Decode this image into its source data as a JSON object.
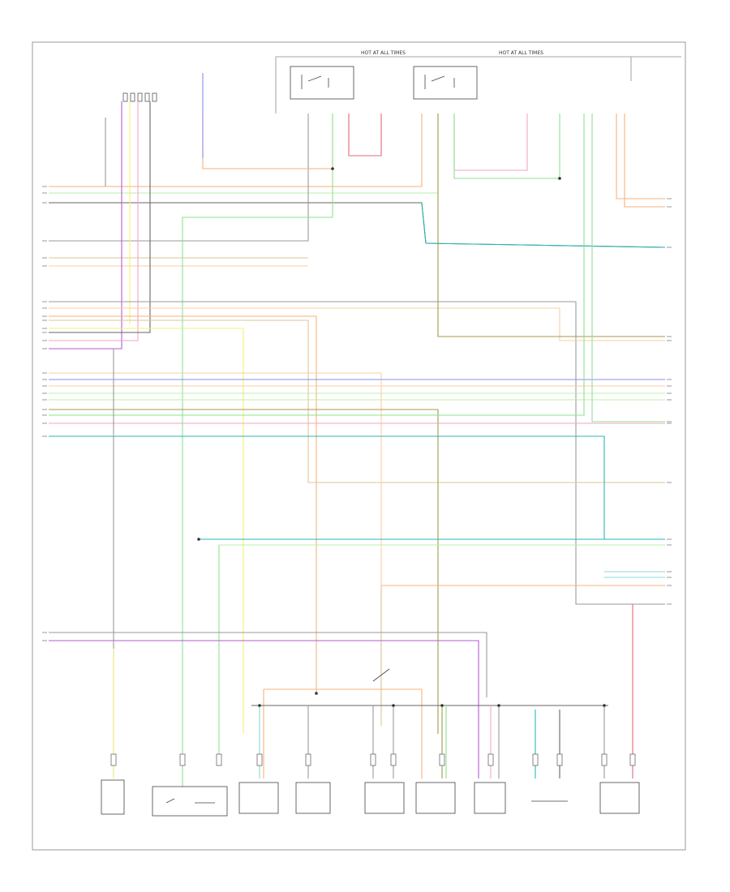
{
  "diagram": {
    "code": "",
    "header_labels": [
      "HOT AT ALL TIMES",
      "HOT AT ALL TIMES"
    ],
    "bottom_components": [
      {
        "id": "c1",
        "label": ""
      },
      {
        "id": "c2",
        "label": ""
      },
      {
        "id": "c3",
        "label": ""
      },
      {
        "id": "c4",
        "label": ""
      },
      {
        "id": "c5",
        "label": ""
      },
      {
        "id": "c6",
        "label": ""
      },
      {
        "id": "c7",
        "label": ""
      },
      {
        "id": "c8",
        "label": ""
      },
      {
        "id": "c9",
        "label": ""
      },
      {
        "id": "c10",
        "label": ""
      }
    ],
    "wire_colors": {
      "orange": "#f7b27a",
      "light_orange": "#f9cfa6",
      "pink": "#f2a6c8",
      "red": "#e8677a",
      "yellow": "#f3f07a",
      "green": "#8fe08f",
      "light_green": "#b9f0a8",
      "teal": "#2bb6b6",
      "light_teal": "#88d8d8",
      "blue": "#8a8ef0",
      "violet": "#b45ad6",
      "dark_gray": "#666666",
      "gray": "#9a9a9a",
      "olive": "#a49a4a",
      "tan": "#dcc69c"
    }
  }
}
